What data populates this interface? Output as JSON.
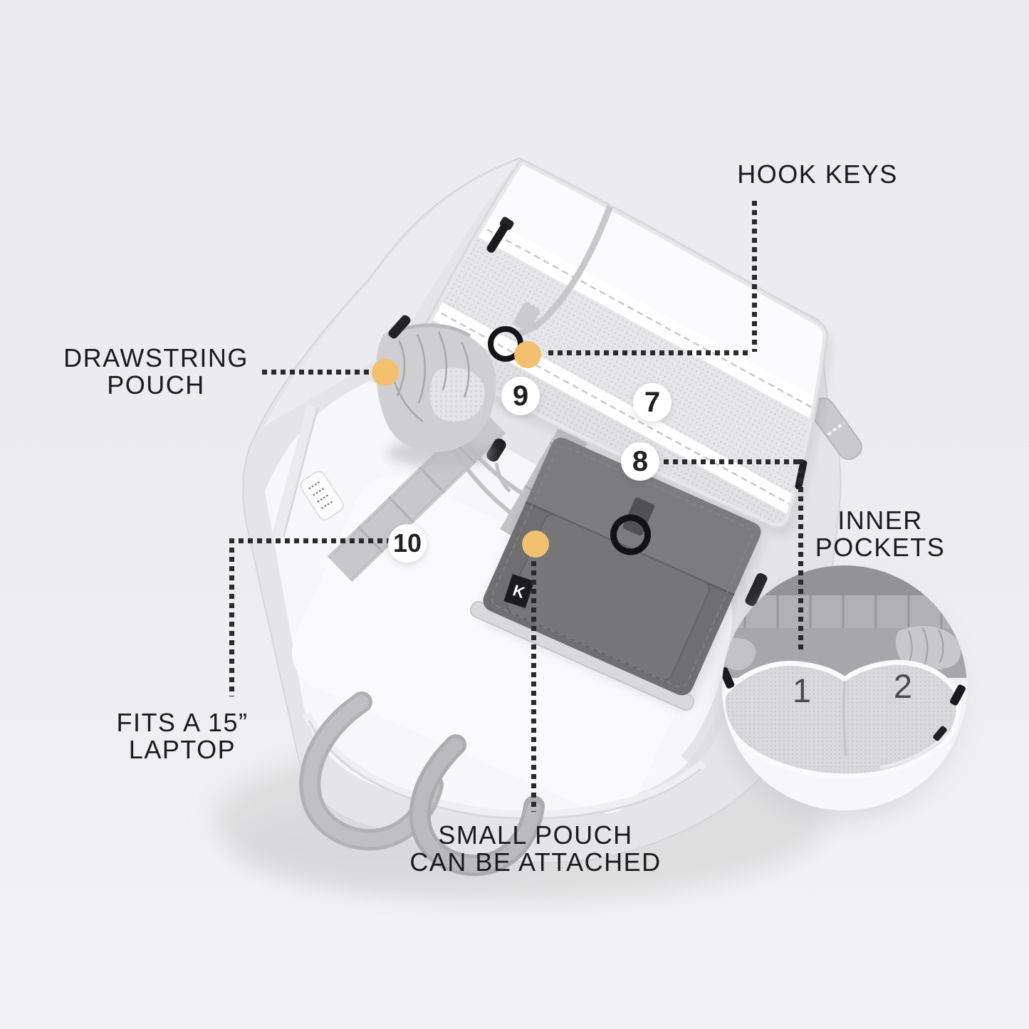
{
  "colors": {
    "background": "#ededef",
    "accent_dot": "#f3c06f",
    "connector": "#2a2a2a",
    "label_text": "#1b1b1d",
    "badge_bg": "#ffffff",
    "badge_text": "#202023",
    "bag_fabric": "#e5e5e8",
    "bag_interior": "#f7f7f9",
    "small_pouch": "#6f6f73",
    "inset_number": "#4a4a4d"
  },
  "callouts": {
    "hook_keys": {
      "label": "HOOK KEYS"
    },
    "drawstring_pouch": {
      "lines": [
        "DRAWSTRING",
        "POUCH"
      ]
    },
    "inner_pockets": {
      "lines": [
        "INNER",
        "POCKETS"
      ]
    },
    "fits_laptop": {
      "lines": [
        "FITS A 15”",
        "LAPTOP"
      ]
    },
    "small_pouch": {
      "lines": [
        "SMALL POUCH",
        "CAN BE ATTACHED"
      ]
    }
  },
  "badges": {
    "seven": "7",
    "eight": "8",
    "nine": "9",
    "ten": "10"
  },
  "inset": {
    "pocket_left": "1",
    "pocket_right": "2"
  },
  "pouch": {
    "logo": "K"
  }
}
